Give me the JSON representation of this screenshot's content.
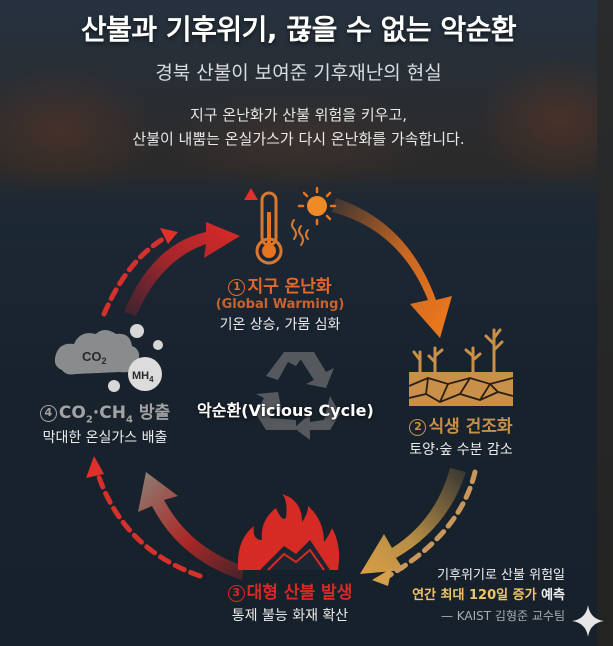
{
  "header": {
    "title": "산불과 기후위기, 끊을 수 없는 악순환",
    "subtitle": "경북 산불이 보여준 기후재난의 현실",
    "description_line1": "지구 온난화가 산불 위험을 키우고,",
    "description_line2": "산불이 내뿜는 온실가스가 다시 온난화를 가속합니다."
  },
  "cycle": {
    "center_label": "악순환(Vicious Cycle)",
    "center_icon": "recycle-icon",
    "stages": [
      {
        "number": "1",
        "title": "지구 온난화",
        "english": "(Global Warming)",
        "subtitle": "기온 상승, 가뭄 심화",
        "icon": "thermometer-sun-icon",
        "color": "#e06a2c"
      },
      {
        "number": "2",
        "title": "식생 건조화",
        "subtitle": "토양·숲 수분 감소",
        "icon": "cracked-soil-dead-trees-icon",
        "color": "#c9904a"
      },
      {
        "number": "3",
        "title": "대형 산불 발생",
        "subtitle": "통제 불능 화재 확산",
        "icon": "wildfire-icon",
        "color": "#d8302a"
      },
      {
        "number": "4",
        "title_prefix": "CO",
        "title_sub1": "2",
        "title_mid": "·CH",
        "title_sub2": "4",
        "title_suffix": " 방출",
        "subtitle": "막대한 온실가스 배출",
        "icon": "gas-cloud-icon",
        "cloud_label": "CO2",
        "bubble_label": "MH4",
        "color": "#9a9a9a"
      }
    ]
  },
  "note": {
    "line1": "기후위기로 산불 위험일",
    "line2_highlight": "연간 최대 120일 증가",
    "line2_rest": " 예측",
    "source": "— KAIST 김형준 교수팀"
  },
  "colors": {
    "background": "#17212b",
    "warming_orange": "#e8731f",
    "drying_gold": "#d4a04a",
    "fire_red": "#d62a24",
    "gas_gray": "#8c8c8c",
    "highlight_yellow": "#f2c46a"
  }
}
